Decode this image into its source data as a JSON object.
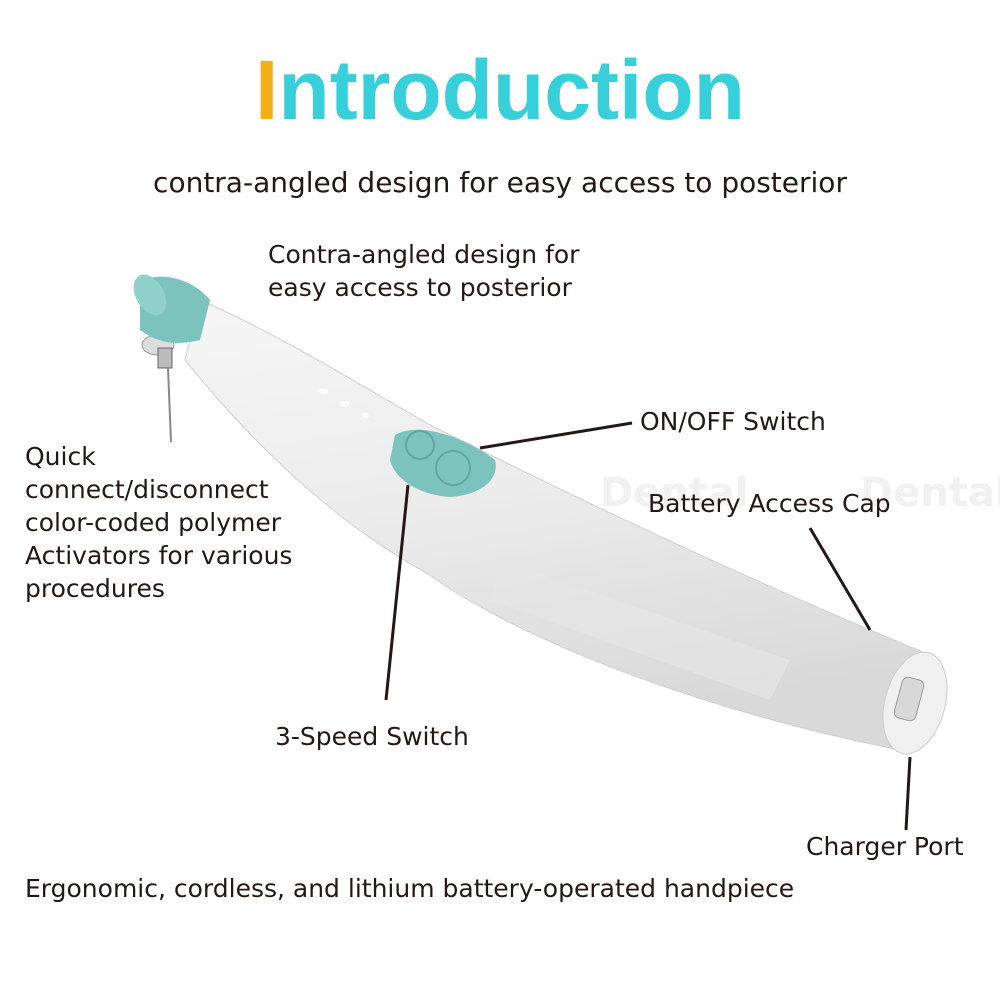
{
  "title": {
    "first_letter": "I",
    "rest": "ntroduction"
  },
  "subtitle": "contra-angled design for easy access to posterior",
  "watermark": "Dental",
  "labels": {
    "contra_angled": [
      "Contra-angled design for",
      "easy access to posterior"
    ],
    "quick_connect": [
      "Quick",
      "connect/disconnect",
      "color-coded polymer",
      "Activators for various",
      "procedures"
    ],
    "on_off": "ON/OFF Switch",
    "battery_cap": "Battery Access Cap",
    "speed_switch": "3-Speed Switch",
    "charger_port": "Charger Port"
  },
  "footer": "Ergonomic, cordless, and lithium battery-operated handpiece",
  "colors": {
    "title": "#36CFDA",
    "title_accent": "#F7AE1B",
    "teal_part": "#7CC3BD",
    "text": "#231815"
  }
}
